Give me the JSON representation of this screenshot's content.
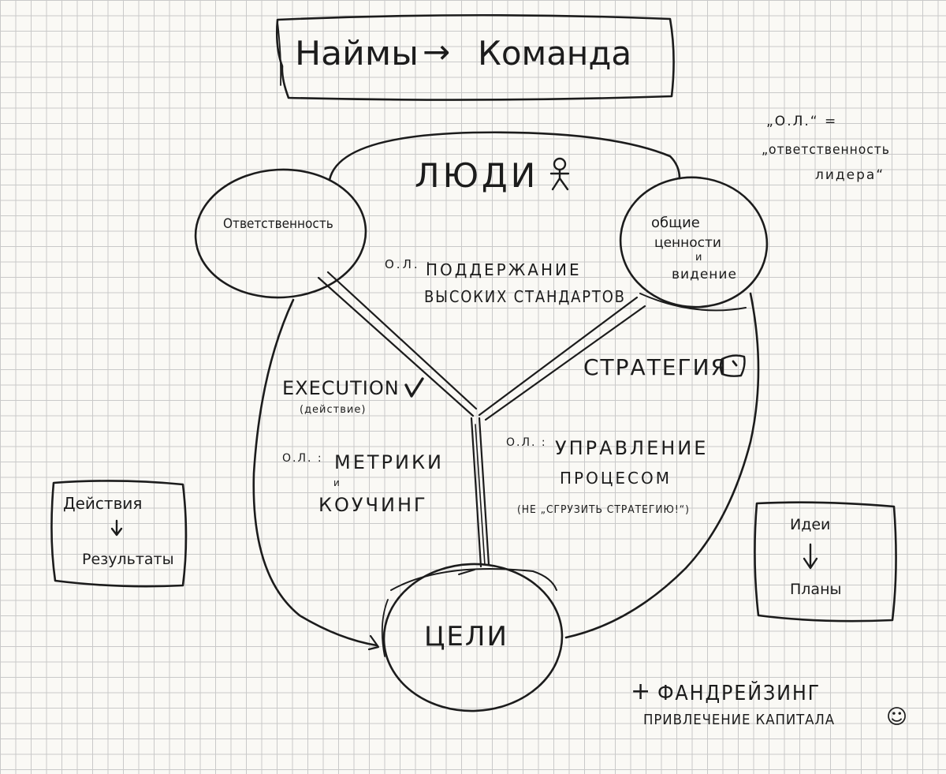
{
  "title": {
    "left": "Наймы",
    "arrow": "→",
    "right": "Команда"
  },
  "legend": {
    "abbr": "„О.Л.“ =",
    "line1": "„ответственность",
    "line2": "лидера“"
  },
  "hub": {
    "top_label": "ЛЮДИ",
    "people_standard": {
      "prefix": "О.Л. :",
      "line1": "ПОДДЕРЖАНИЕ",
      "line2": "высоких стандартов"
    },
    "execution": {
      "title": "EXECUTION",
      "subtitle": "(действие)"
    },
    "execution_ol": {
      "prefix": "О.Л. :",
      "line1": "метрики",
      "line2": "и",
      "line3": "коучинг"
    },
    "strategy": {
      "title": "СТРАТЕГИЯ"
    },
    "strategy_ol": {
      "prefix": "О.Л. :",
      "line1": "управление",
      "line2": "процесом",
      "line3": "(не „сгрузить стратегию!“)"
    }
  },
  "nodes": {
    "responsibility": "Ответственность",
    "values": {
      "line1": "общие",
      "line2": "ценности",
      "line3": "и",
      "line4": "видение"
    },
    "goals": "ЦЕЛИ"
  },
  "actions_box": {
    "top": "Действия",
    "arrow": "↓",
    "bottom": "Результаты"
  },
  "ideas_box": {
    "top": "Идеи",
    "arrow": "↓",
    "bottom": "Планы"
  },
  "fundraising": {
    "plus": "+",
    "crossed": "ФАНДРЕЙЗИНГ",
    "replacement": "привлечение капитала",
    "smiley": "☺"
  },
  "colors": {
    "ink": "#1c1c1c",
    "paper": "#faf9f5",
    "grid": "#c9c9c9"
  }
}
